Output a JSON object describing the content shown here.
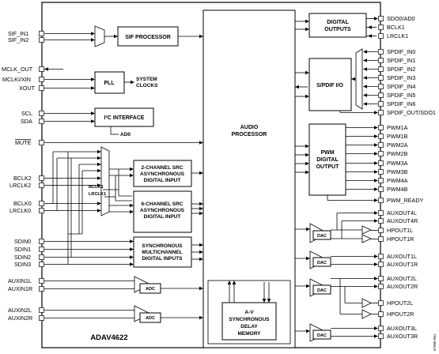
{
  "chip_name": "ADAV4622",
  "figure_id": "07986-001",
  "blocks": {
    "sif_processor": "SIF PROCESSOR",
    "pll": "PLL",
    "system_clocks": [
      "SYSTEM",
      "CLOCKS"
    ],
    "i2c_interface": "I²C INTERFACE",
    "audio_processor": [
      "AUDIO",
      "PROCESSOR"
    ],
    "digital_outputs": [
      "DIGITAL",
      "OUTPUTS"
    ],
    "spdif_io": "S/PDIF I/O",
    "pwm_output": [
      "PWM",
      "DIGITAL",
      "OUTPUT"
    ],
    "src2": [
      "2-CHANNEL SRC",
      "ASYNCHRONOUS",
      "DIGITAL INPUT"
    ],
    "src6": [
      "6-CHANNEL SRC",
      "ASYNCHRONOUS",
      "DIGITAL INPUT"
    ],
    "sync_inputs": [
      "SYNCHRONOUS",
      "MULTICHANNEL",
      "DIGITAL INPUTS"
    ],
    "av_delay": [
      "A-V",
      "SYNCHRONOUS",
      "DELAY",
      "MEMORY"
    ],
    "adc": "ADC",
    "dac": "DAC",
    "bclk1": "BCLK1",
    "lrclk1": "LRCLK1",
    "ad0": "AD0"
  },
  "left_pins": {
    "sif_in1": "SIF_IN1",
    "sif_in2": "SIF_IN2",
    "mclk_out": "MCLK_OUT",
    "mclki_xin": "MCLKI/XIN",
    "xout": "XOUT",
    "scl": "SCL",
    "sda": "SDA",
    "mute": "MUTE",
    "bclk2": "BCLK2",
    "lrclk2": "LRCLK2",
    "bclk0": "BCLK0",
    "lrclk0": "LRCLK0",
    "sdin0": "SDIN0",
    "sdin1": "SDIN1",
    "sdin2": "SDIN2",
    "sdin3": "SDIN3",
    "auxin1l": "AUXIN1L",
    "auxin1r": "AUXIN1R",
    "auxin2l": "AUXIN2L",
    "auxin2r": "AUXIN2R"
  },
  "right_pins": {
    "sdo0_ad0": "SDO0/AD0",
    "bclk1": "BCLK1",
    "lrclk1": "LRCLK1",
    "spdif_in0": "SPDIF_IN0",
    "spdif_in1": "SPDIF_IN1",
    "spdif_in2": "SPDIF_IN2",
    "spdif_in3": "SPDIF_IN3",
    "spdif_in4": "SPDIF_IN4",
    "spdif_in5": "SPDIF_IN5",
    "spdif_in6": "SPDIF_IN6",
    "spdif_out_sdo1": "SPDIF_OUT/SDO1",
    "pwm1a": "PWM1A",
    "pwm1b": "PWM1B",
    "pwm2a": "PWM2A",
    "pwm2b": "PWM2B",
    "pwm3a": "PWM3A",
    "pwm3b": "PWM3B",
    "pwm4a": "PWM4A",
    "pwm4b": "PWM4B",
    "pwm_ready": "PWM_READY",
    "auxout4l": "AUXOUT4L",
    "auxout4r": "AUXOUT4R",
    "hpout1l": "HPOUT1L",
    "hpout1r": "HPOUT1R",
    "auxout1l": "AUXOUT1L",
    "auxout1r": "AUXOUT1R",
    "auxout2l": "AUXOUT2L",
    "auxout2r": "AUXOUT2R",
    "hpout2l": "HPOUT2L",
    "hpout2r": "HPOUT2R",
    "auxout3l": "AUXOUT3L",
    "auxout3r": "AUXOUT3R"
  }
}
